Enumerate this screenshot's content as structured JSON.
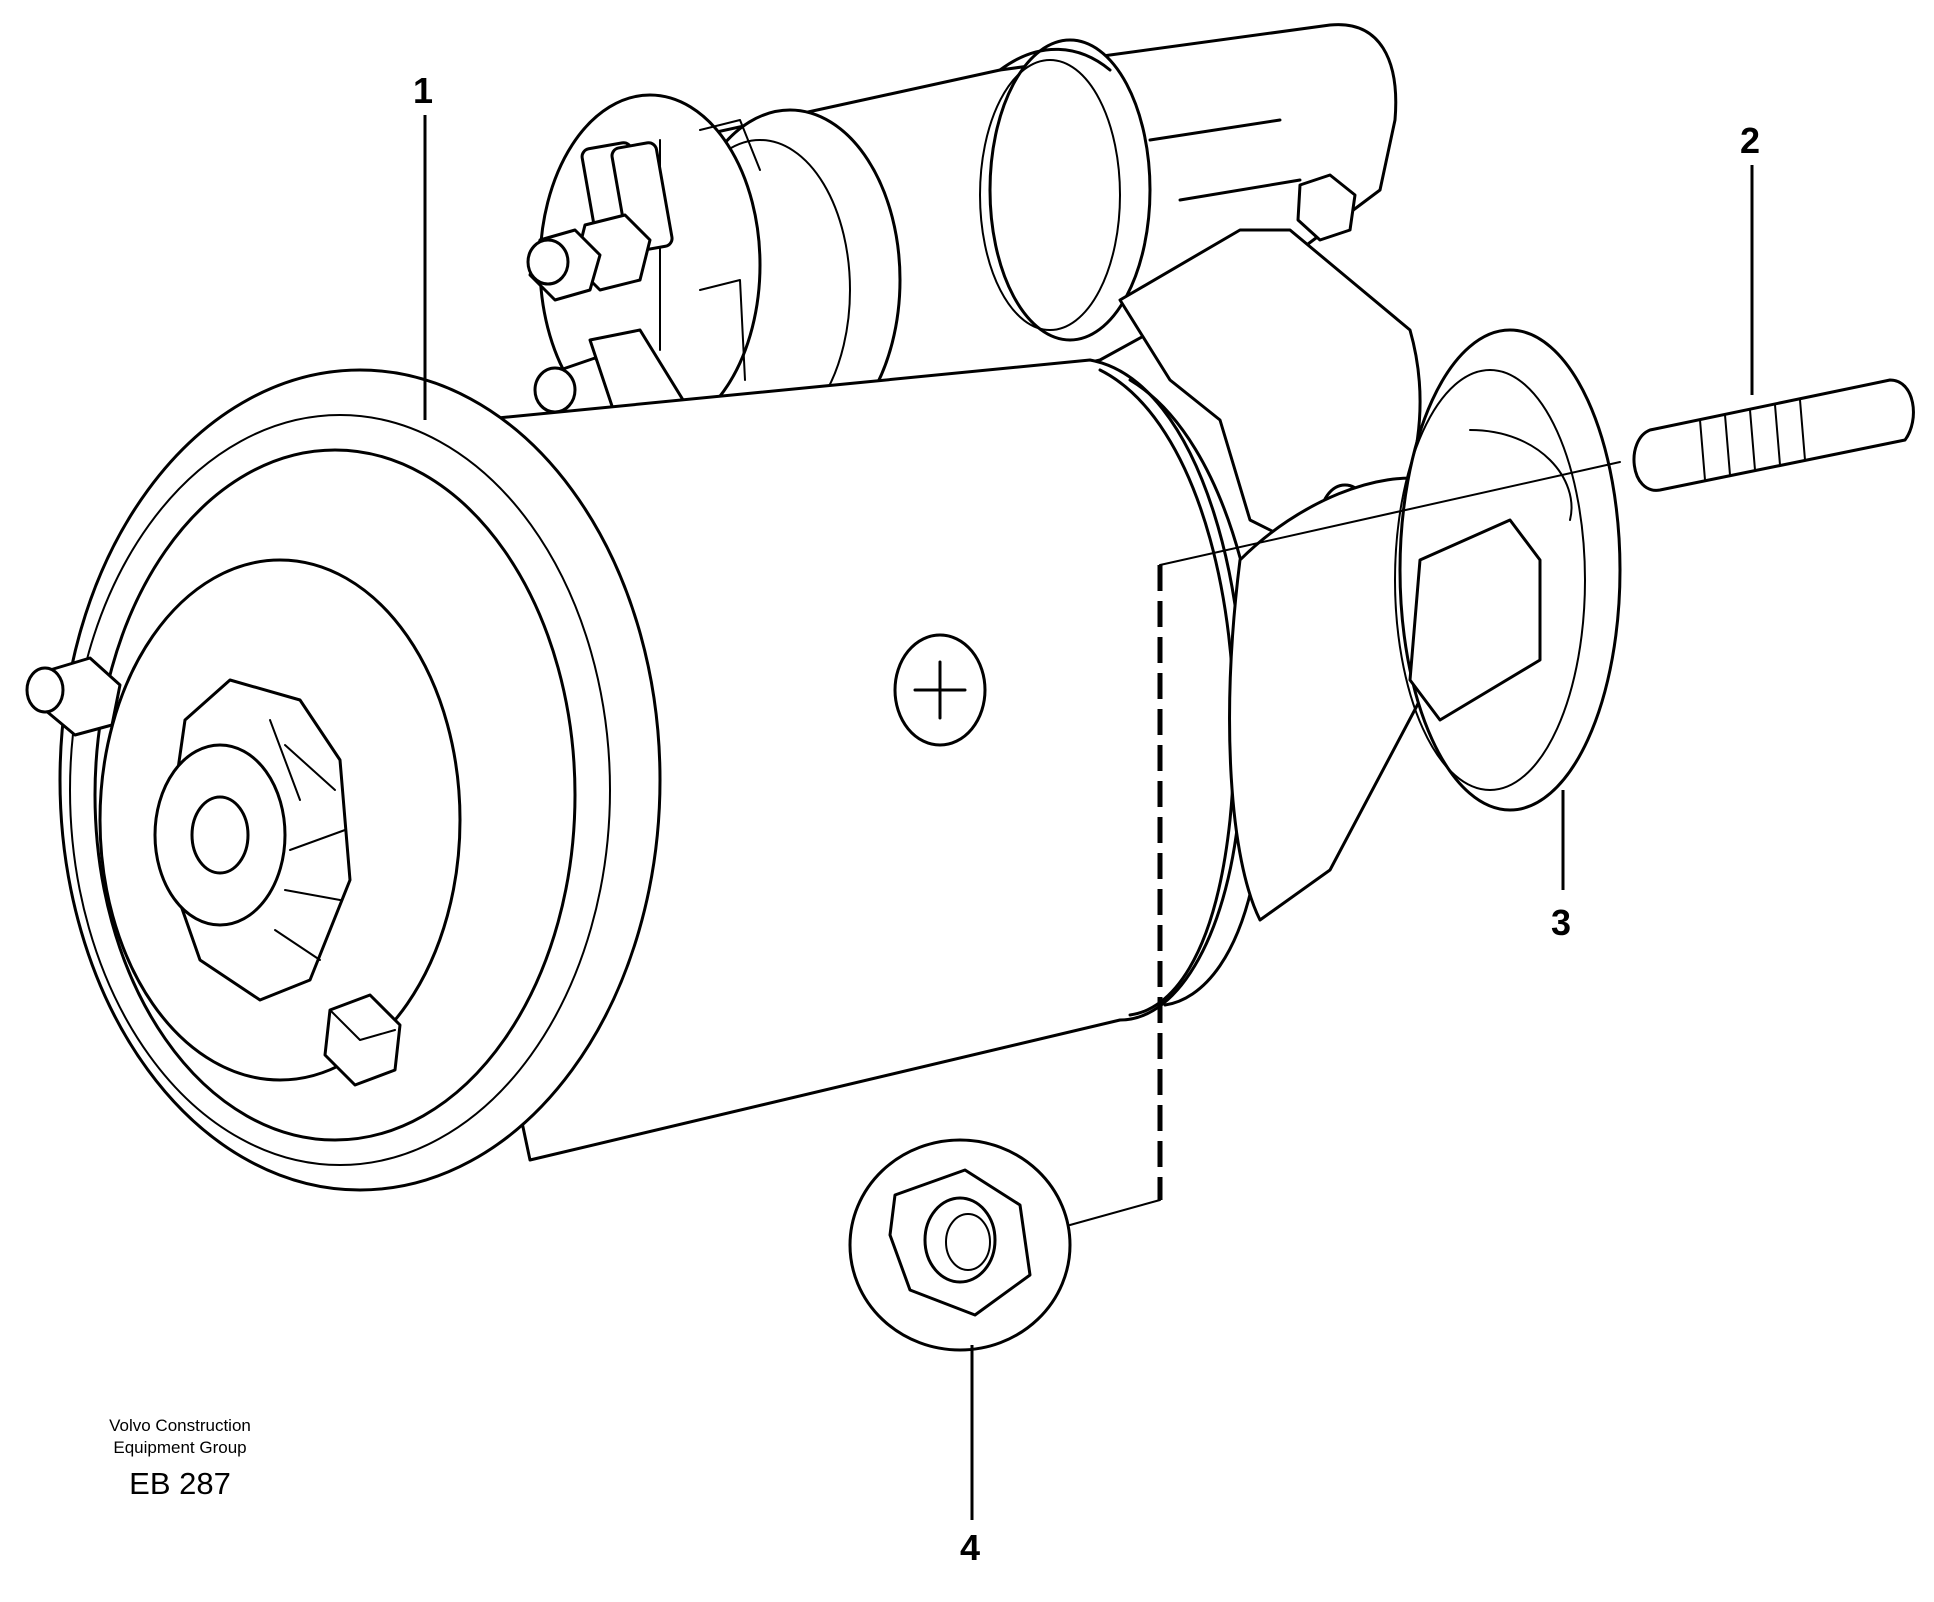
{
  "figure": {
    "callouts": [
      {
        "id": "1",
        "label": "1"
      },
      {
        "id": "2",
        "label": "2"
      },
      {
        "id": "3",
        "label": "3"
      },
      {
        "id": "4",
        "label": "4"
      }
    ]
  },
  "credit": {
    "line1": "Volvo Construction",
    "line2": "Equipment Group",
    "code": "EB 287"
  },
  "colors": {
    "ink": "#000000",
    "background": "#ffffff"
  }
}
